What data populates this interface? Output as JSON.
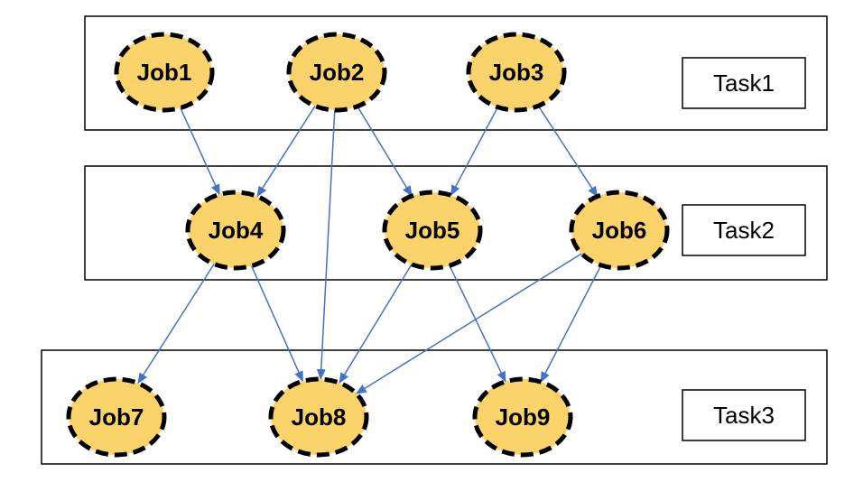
{
  "tasks": [
    {
      "id": "task1",
      "label": "Task1"
    },
    {
      "id": "task2",
      "label": "Task2"
    },
    {
      "id": "task3",
      "label": "Task3"
    }
  ],
  "jobs": [
    {
      "id": "job1",
      "label": "Job1"
    },
    {
      "id": "job2",
      "label": "Job2"
    },
    {
      "id": "job3",
      "label": "Job3"
    },
    {
      "id": "job4",
      "label": "Job4"
    },
    {
      "id": "job5",
      "label": "Job5"
    },
    {
      "id": "job6",
      "label": "Job6"
    },
    {
      "id": "job7",
      "label": "Job7"
    },
    {
      "id": "job8",
      "label": "Job8"
    },
    {
      "id": "job9",
      "label": "Job9"
    }
  ],
  "edges": [
    {
      "from": "job1",
      "to": "job4"
    },
    {
      "from": "job2",
      "to": "job4"
    },
    {
      "from": "job2",
      "to": "job5"
    },
    {
      "from": "job2",
      "to": "job8"
    },
    {
      "from": "job3",
      "to": "job5"
    },
    {
      "from": "job3",
      "to": "job6"
    },
    {
      "from": "job4",
      "to": "job7"
    },
    {
      "from": "job4",
      "to": "job8"
    },
    {
      "from": "job5",
      "to": "job8"
    },
    {
      "from": "job5",
      "to": "job9"
    },
    {
      "from": "job6",
      "to": "job8"
    },
    {
      "from": "job6",
      "to": "job9"
    }
  ],
  "colors": {
    "node_fill": "#FAD46B",
    "node_border": "#000000",
    "edge": "#4472C4",
    "box_border": "#000000"
  }
}
